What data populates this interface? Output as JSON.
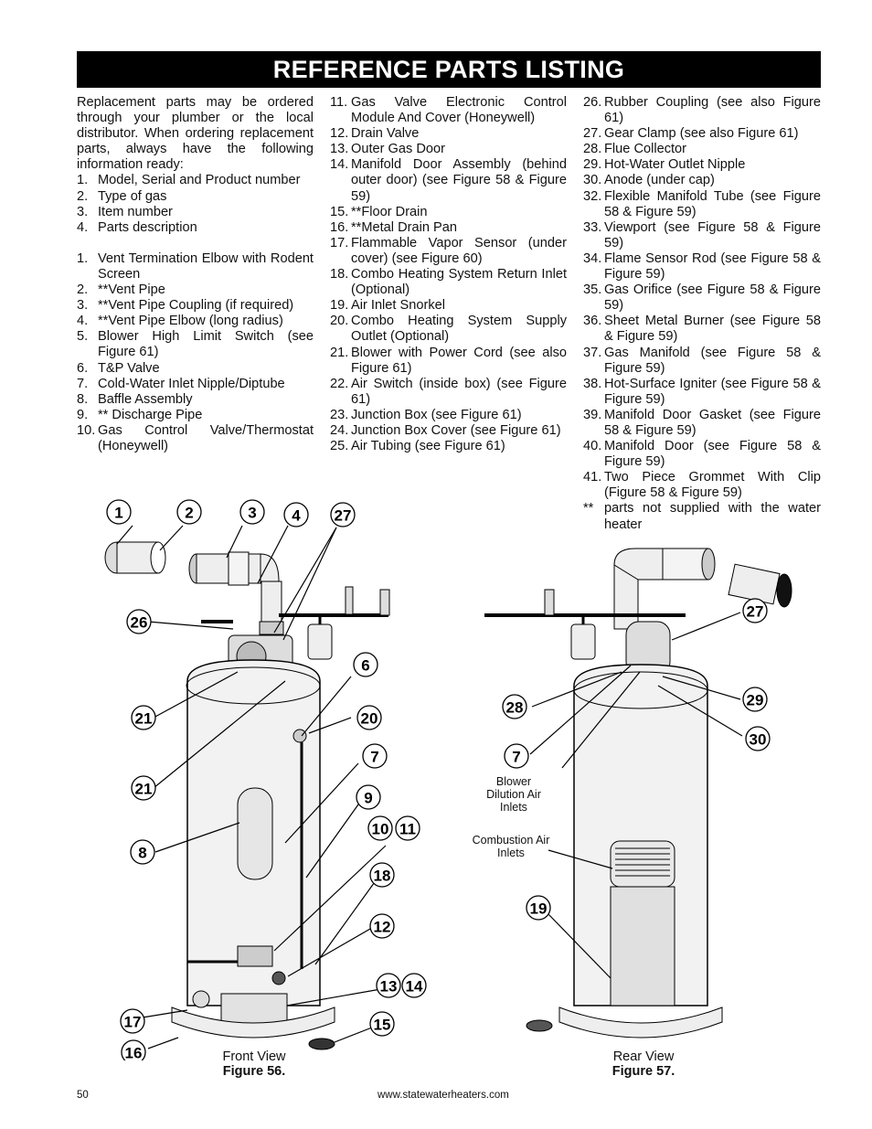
{
  "title": "REFERENCE PARTS LISTING",
  "intro": "Replacement parts may be ordered through your plumber or the local distributor. When ordering replacement parts, always have the following information ready:",
  "info_items": [
    {
      "n": "1.",
      "t": "Model, Serial and Product number"
    },
    {
      "n": "2.",
      "t": "Type of gas"
    },
    {
      "n": "3.",
      "t": "Item number"
    },
    {
      "n": "4.",
      "t": "Parts description"
    }
  ],
  "parts_col1": [
    {
      "n": "1.",
      "t": "Vent Termination Elbow with Rodent Screen"
    },
    {
      "n": "2.",
      "t": "**Vent Pipe"
    },
    {
      "n": "3.",
      "t": "**Vent Pipe Coupling (if required)"
    },
    {
      "n": "4.",
      "t": "**Vent Pipe Elbow (long radius)"
    },
    {
      "n": "5.",
      "t": "Blower High Limit Switch (see Figure 61)"
    },
    {
      "n": "6.",
      "t": "T&P Valve"
    },
    {
      "n": "7.",
      "t": "Cold-Water Inlet Nipple/Diptube"
    },
    {
      "n": "8.",
      "t": "Baffle Assembly"
    },
    {
      "n": "9.",
      "t": "** Discharge Pipe"
    },
    {
      "n": "10.",
      "t": "Gas Control Valve/Thermostat (Honeywell)"
    }
  ],
  "parts_col2": [
    {
      "n": "11.",
      "t": "Gas Valve Electronic Control Module And Cover (Honeywell)"
    },
    {
      "n": "12.",
      "t": "Drain Valve"
    },
    {
      "n": "13.",
      "t": "Outer Gas Door"
    },
    {
      "n": "14.",
      "t": "Manifold Door Assembly (behind outer door) (see Figure 58 & Figure 59)"
    },
    {
      "n": "15.",
      "t": "**Floor Drain"
    },
    {
      "n": "16.",
      "t": "**Metal Drain Pan"
    },
    {
      "n": "17.",
      "t": "Flammable Vapor Sensor (under cover) (see Figure 60)"
    },
    {
      "n": "18.",
      "t": "Combo Heating System Return Inlet (Optional)"
    },
    {
      "n": "19.",
      "t": "Air Inlet Snorkel"
    },
    {
      "n": "20.",
      "t": "Combo Heating System Supply Outlet (Optional)"
    },
    {
      "n": "21.",
      "t": "Blower with Power Cord (see also Figure 61)"
    },
    {
      "n": "22.",
      "t": "Air Switch (inside box) (see Figure 61)"
    },
    {
      "n": "23.",
      "t": "Junction Box (see Figure 61)"
    },
    {
      "n": "24.",
      "t": "Junction Box Cover (see Figure 61)"
    },
    {
      "n": "25.",
      "t": "Air Tubing (see Figure 61)"
    }
  ],
  "parts_col3": [
    {
      "n": "26.",
      "t": "Rubber Coupling (see also Figure 61)"
    },
    {
      "n": "27.",
      "t": "Gear Clamp (see also Figure 61)"
    },
    {
      "n": "28.",
      "t": "Flue Collector"
    },
    {
      "n": "29.",
      "t": "Hot-Water Outlet Nipple"
    },
    {
      "n": "30.",
      "t": "Anode (under cap)"
    },
    {
      "n": "32.",
      "t": "Flexible Manifold Tube (see Figure 58 & Figure 59)"
    },
    {
      "n": "33.",
      "t": "Viewport (see Figure 58 & Figure 59)"
    },
    {
      "n": "34.",
      "t": "Flame Sensor Rod (see Figure 58 & Figure 59)"
    },
    {
      "n": "35.",
      "t": "Gas Orifice (see Figure 58 & Figure 59)"
    },
    {
      "n": "36.",
      "t": "Sheet Metal Burner (see Figure 58 & Figure 59)"
    },
    {
      "n": "37.",
      "t": "Gas Manifold (see Figure 58 & Figure 59)"
    },
    {
      "n": "38.",
      "t": "Hot-Surface Igniter (see Figure 58 & Figure 59)"
    },
    {
      "n": "39.",
      "t": "Manifold Door Gasket (see Figure 58 & Figure 59)"
    },
    {
      "n": "40.",
      "t": "Manifold Door (see Figure 58 & Figure 59)"
    },
    {
      "n": "41.",
      "t": "Two Piece Grommet With Clip (Figure 58 & Figure 59)"
    },
    {
      "n": "**",
      "t": "parts not supplied with the water heater"
    }
  ],
  "figure56": {
    "view": "Front View",
    "label": "Figure 56.",
    "callouts": [
      "1",
      "2",
      "3",
      "4",
      "27",
      "26",
      "6",
      "21",
      "20",
      "7",
      "21",
      "9",
      "10",
      "11",
      "8",
      "18",
      "12",
      "13",
      "14",
      "17",
      "15",
      "16"
    ]
  },
  "figure57": {
    "view": "Rear View",
    "label": "Figure 57.",
    "callouts": [
      "27",
      "28",
      "29",
      "30",
      "7",
      "19"
    ],
    "note_blower": "Blower Dilution Air Inlets",
    "note_combustion": "Combustion Air Inlets"
  },
  "footer": {
    "page": "50",
    "url": "www.statewaterheaters.com"
  }
}
